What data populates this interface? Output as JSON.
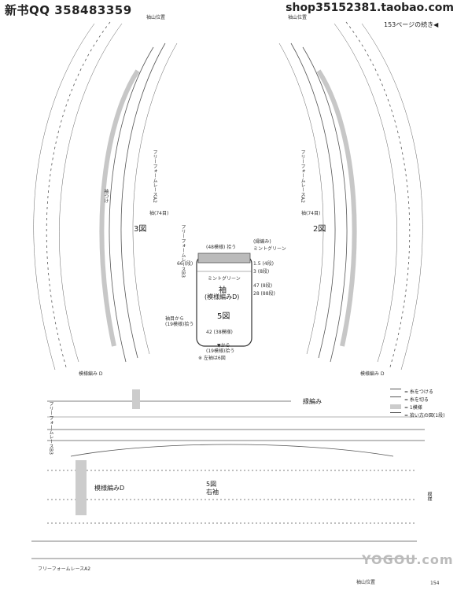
{
  "header": {
    "left": "新书QQ 358483359",
    "right": "shop35152381.taobao.com"
  },
  "continued": "153ページの続き◀",
  "labels": {
    "shoulder_top_left": "袖山位置",
    "shoulder_top_right": "袖山位置",
    "shoulder_bottom": "袖山位置",
    "freeform_a2_left": "フリーフォームレースA2",
    "freeform_a2_right": "フリーフォームレースA2",
    "sleeve_attach": "袖つけ",
    "stitch_74": "袖(74目)",
    "stitch_74_right": "袖(74目)",
    "fig3": "3図",
    "fig2": "2図",
    "pattern_d_left": "模様編み D",
    "pattern_d_right": "模様編み D",
    "freeform_b3": "フリーフォームレースB3",
    "freeform_b3_bottom": "フリーフォームレースB3",
    "freeform_a2_bottom": "フリーフォームレースA2",
    "page_num": "154"
  },
  "sleeve": {
    "top_count": "(48模様) 拾う",
    "fringe": "(縁編み)",
    "color_top": "ミントグリーン",
    "rows_small": "1.5 (4段)",
    "rows_side": "3 (8段)",
    "color_body": "ミントグリーン",
    "title": "袖",
    "pattern": "(模様編みD)",
    "fig": "5図",
    "height": "28 (88段)",
    "sub": "47 (8段)",
    "side_note": "66 (段)",
    "left_note1": "袖目から",
    "left_note2": "(19模様)拾う",
    "bottom": "42 (38模様)",
    "from_arrow": "▼から",
    "bottom_count": "(19模様)拾う",
    "note": "※ 左袖は6図"
  },
  "bottom_chart": {
    "edge": "縁編み",
    "pattern_d": "模様編みD",
    "fig": "5図",
    "side": "右袖",
    "repeat": "模様"
  },
  "legend": [
    "= 糸をつける",
    "= 糸を切る",
    "= 1模様",
    "= 拾い方の図(1段)"
  ],
  "watermark": "YOGOU.com"
}
